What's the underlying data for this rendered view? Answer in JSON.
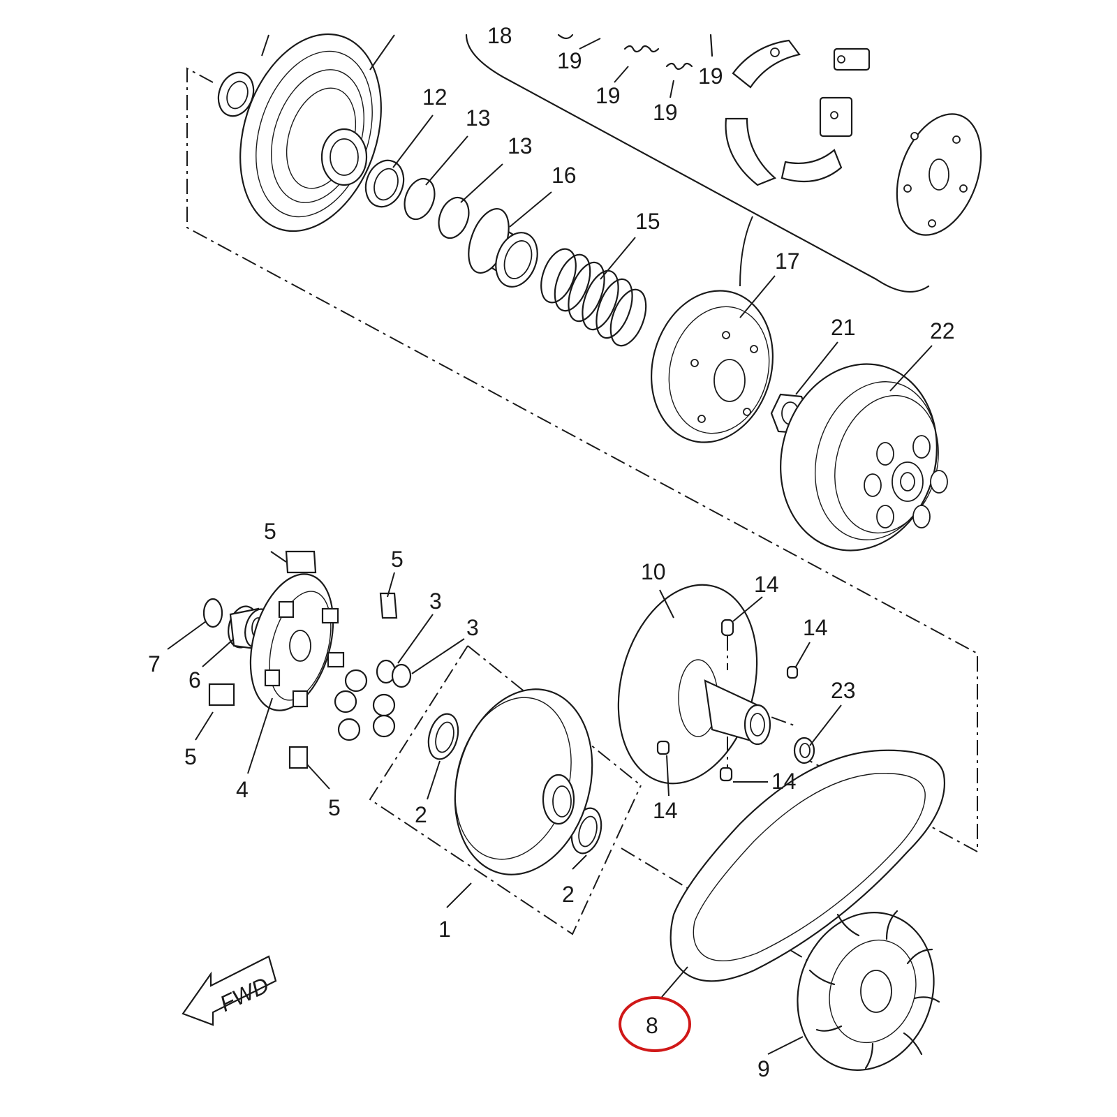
{
  "diagram": {
    "direction_label": "FWD",
    "highlight_color": "#d01818",
    "callouts": [
      {
        "id": "c18",
        "text": "18"
      },
      {
        "id": "c19a",
        "text": "19"
      },
      {
        "id": "c19b",
        "text": "19"
      },
      {
        "id": "c19c",
        "text": "19"
      },
      {
        "id": "c19d",
        "text": "19"
      },
      {
        "id": "c12",
        "text": "12"
      },
      {
        "id": "c13a",
        "text": "13"
      },
      {
        "id": "c13b",
        "text": "13"
      },
      {
        "id": "c16",
        "text": "16"
      },
      {
        "id": "c15",
        "text": "15"
      },
      {
        "id": "c17",
        "text": "17"
      },
      {
        "id": "c21",
        "text": "21"
      },
      {
        "id": "c22",
        "text": "22"
      },
      {
        "id": "c5a",
        "text": "5"
      },
      {
        "id": "c5b",
        "text": "5"
      },
      {
        "id": "c5c",
        "text": "5"
      },
      {
        "id": "c5d",
        "text": "5"
      },
      {
        "id": "c3a",
        "text": "3"
      },
      {
        "id": "c3b",
        "text": "3"
      },
      {
        "id": "c7",
        "text": "7"
      },
      {
        "id": "c6",
        "text": "6"
      },
      {
        "id": "c4",
        "text": "4"
      },
      {
        "id": "c10",
        "text": "10"
      },
      {
        "id": "c14a",
        "text": "14"
      },
      {
        "id": "c14b",
        "text": "14"
      },
      {
        "id": "c14c",
        "text": "14"
      },
      {
        "id": "c14d",
        "text": "14"
      },
      {
        "id": "c23",
        "text": "23"
      },
      {
        "id": "c2a",
        "text": "2"
      },
      {
        "id": "c2b",
        "text": "2"
      },
      {
        "id": "c1",
        "text": "1"
      },
      {
        "id": "c8",
        "text": "8"
      },
      {
        "id": "c9",
        "text": "9"
      }
    ]
  }
}
